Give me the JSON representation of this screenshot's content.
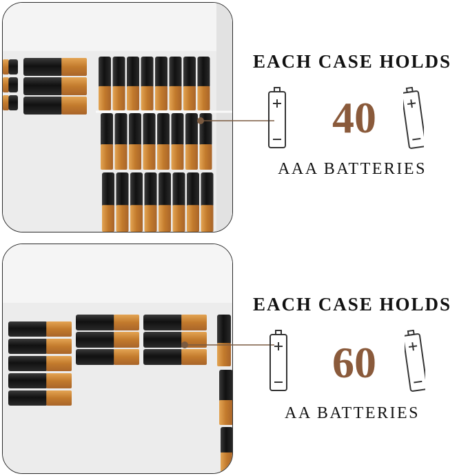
{
  "panels": [
    {
      "headline": "EACH CASE HOLDS",
      "count": "40",
      "battery_type": "AAA BATTERIES",
      "icons": [
        "battery-icon",
        "battery-icon"
      ]
    },
    {
      "headline": "EACH CASE HOLDS",
      "count": "60",
      "battery_type": "AA BATTERIES",
      "icons": [
        "battery-icon",
        "battery-icon"
      ]
    }
  ],
  "colors": {
    "accent": "#8a5a3b",
    "battery_black": "#1e1e1e",
    "battery_copper": "#c98a3e",
    "case": "#ebebeb"
  }
}
